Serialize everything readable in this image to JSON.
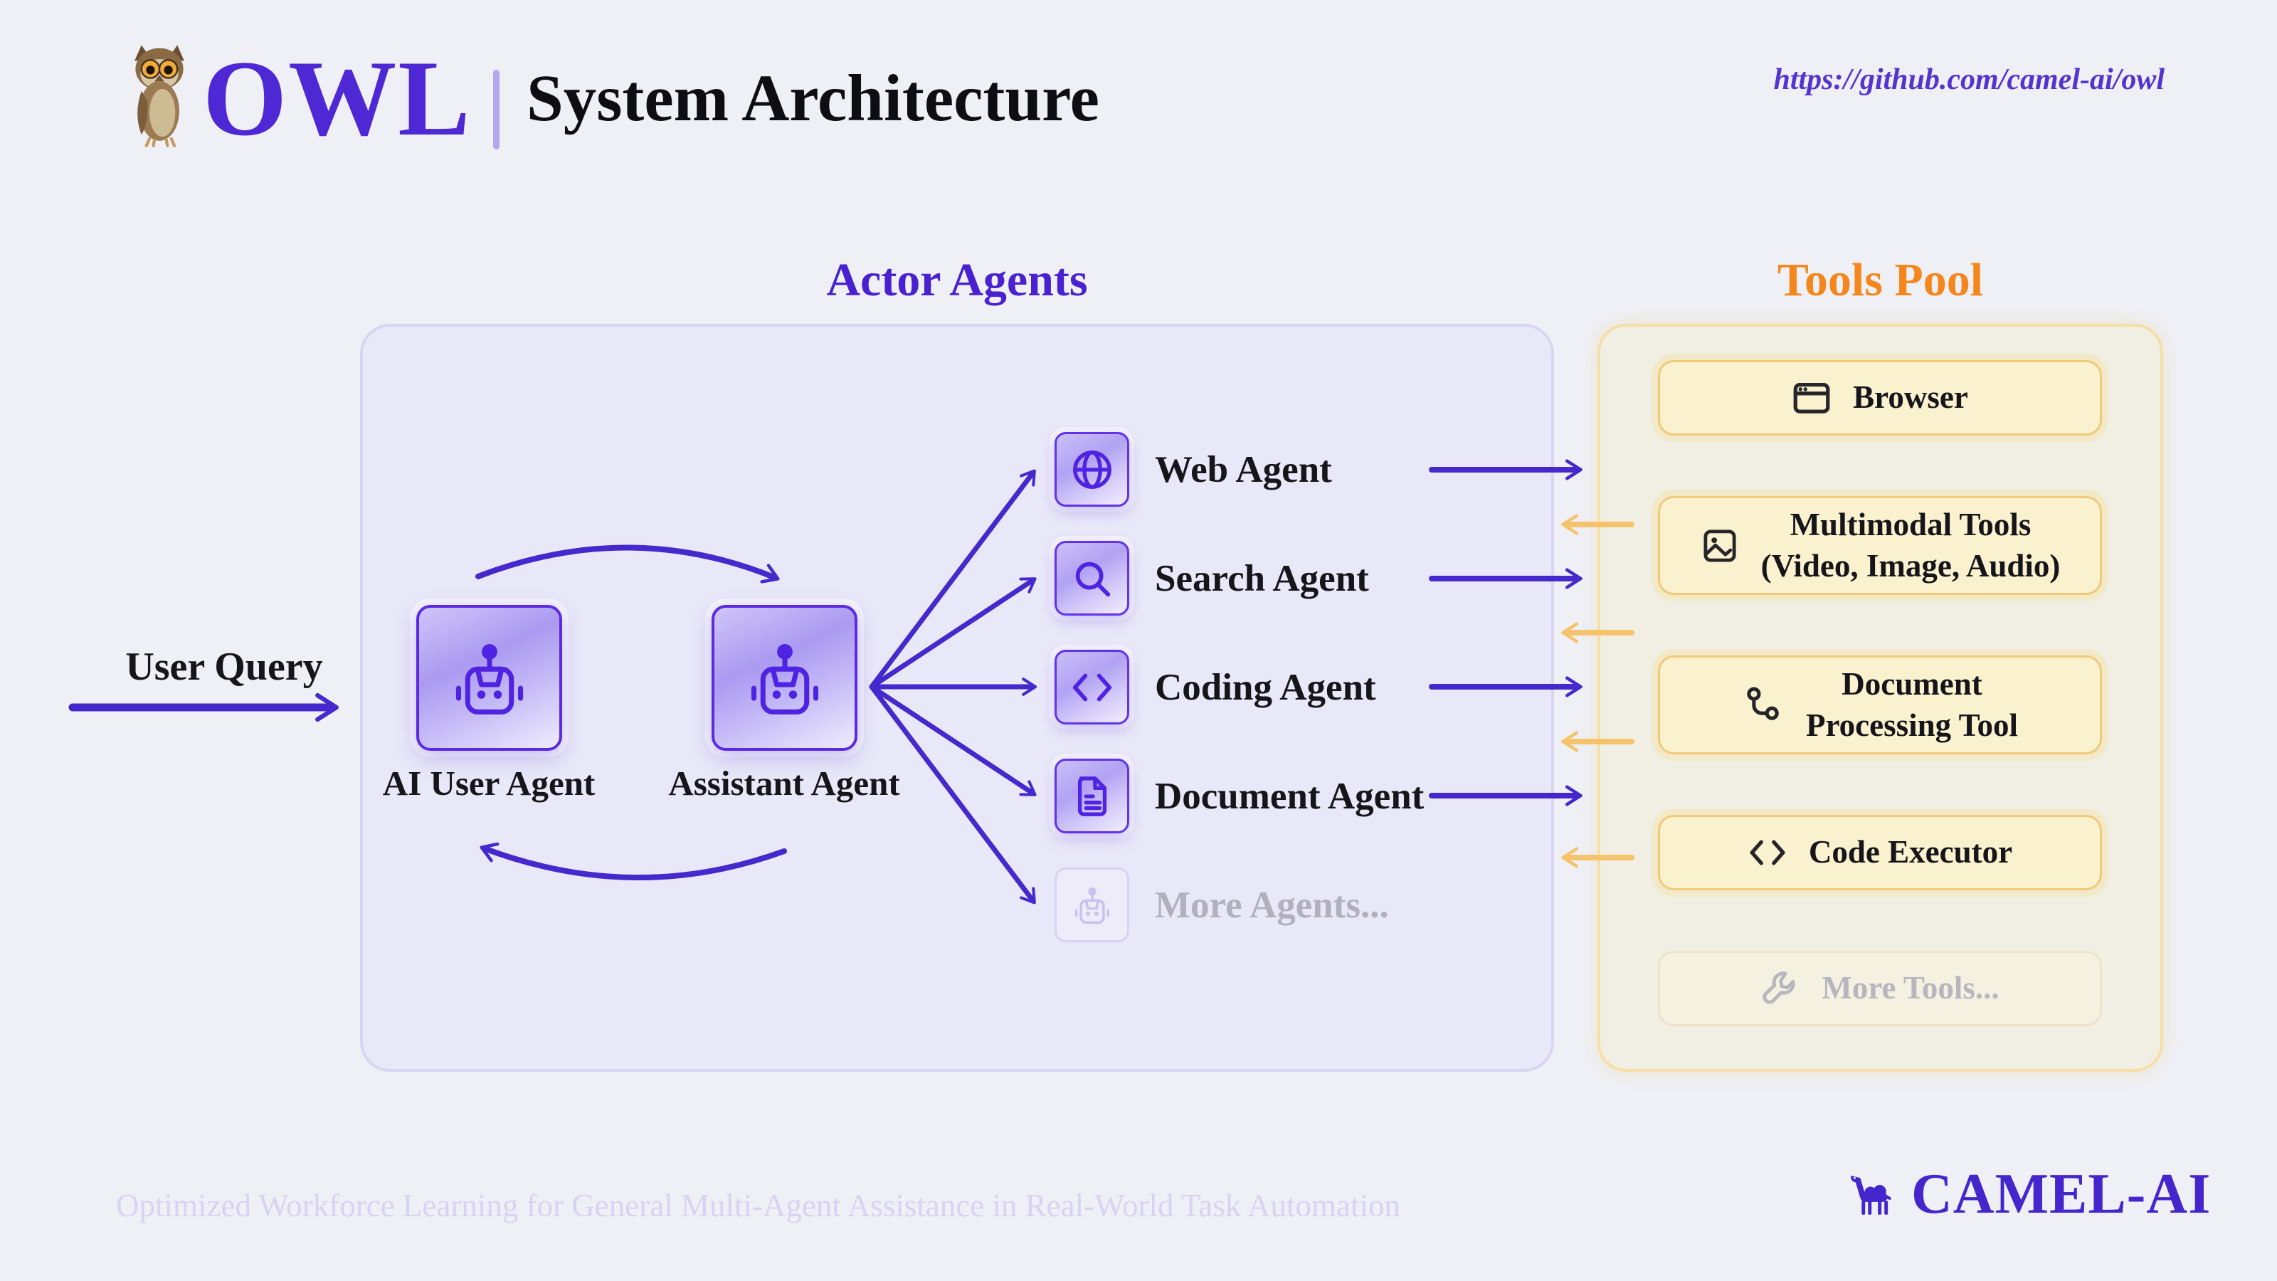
{
  "header": {
    "brand": "OWL",
    "subtitle": "System Architecture",
    "link": "https://github.com/camel-ai/owl"
  },
  "user_query": {
    "label": "User Query"
  },
  "actor_agents": {
    "title": "Actor Agents",
    "loop_agents": [
      {
        "label": "AI User Agent",
        "icon": "robot-icon"
      },
      {
        "label": "Assistant Agent",
        "icon": "robot-icon"
      }
    ],
    "agents": [
      {
        "label": "Web Agent",
        "icon": "globe-icon",
        "muted": false
      },
      {
        "label": "Search Agent",
        "icon": "search-icon",
        "muted": false
      },
      {
        "label": "Coding Agent",
        "icon": "code-icon",
        "muted": false
      },
      {
        "label": "Document Agent",
        "icon": "document-icon",
        "muted": false
      },
      {
        "label": "More Agents...",
        "icon": "robot-icon",
        "muted": true
      }
    ]
  },
  "tools_pool": {
    "title": "Tools Pool",
    "tools": [
      {
        "lines": [
          "Browser"
        ],
        "icon": "browser-icon",
        "muted": false
      },
      {
        "lines": [
          "Multimodal Tools",
          "(Video, Image, Audio)"
        ],
        "icon": "image-icon",
        "muted": false
      },
      {
        "lines": [
          "Document",
          "Processing Tool"
        ],
        "icon": "workflow-icon",
        "muted": false
      },
      {
        "lines": [
          "Code Executor"
        ],
        "icon": "code-icon",
        "muted": false
      },
      {
        "lines": [
          "More Tools..."
        ],
        "icon": "wrench-icon",
        "muted": true
      }
    ]
  },
  "footer": {
    "tagline": "Optimized Workforce Learning for General Multi-Agent Assistance in Real-World Task Automation",
    "brand": "CAMEL-AI"
  },
  "colors": {
    "purple_primary": "#4629cc",
    "purple_brand": "#4f28d6",
    "orange_title": "#f5861c",
    "orange_arrow": "#f5c36c",
    "panel_lavender": "#e9e8f8",
    "panel_cream": "#f1efe3",
    "card_cream": "#faf1cf",
    "muted_text": "#b1b0bc",
    "background": "#eff0f6"
  }
}
